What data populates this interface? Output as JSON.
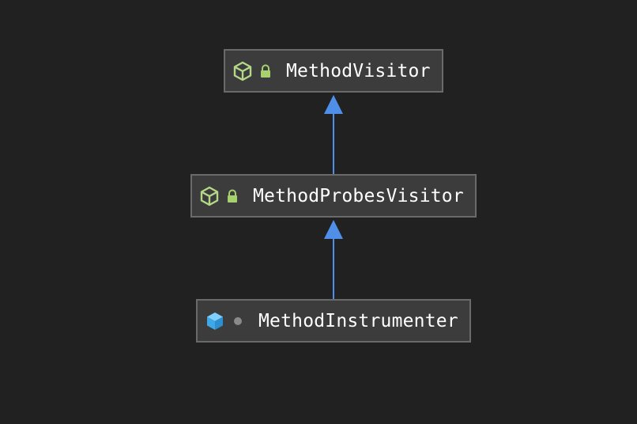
{
  "diagram": {
    "nodes": [
      {
        "id": "method-visitor",
        "label": "MethodVisitor",
        "kind": "abstract-class",
        "kind_icon": "class-outline-icon",
        "modifier": "protected",
        "modifier_icon": "lock-icon"
      },
      {
        "id": "method-probes-visitor",
        "label": "MethodProbesVisitor",
        "kind": "abstract-class",
        "kind_icon": "class-outline-icon",
        "modifier": "protected",
        "modifier_icon": "lock-icon"
      },
      {
        "id": "method-instrumenter",
        "label": "MethodInstrumenter",
        "kind": "class",
        "kind_icon": "class-filled-icon",
        "modifier": "package-private",
        "modifier_icon": "dot-icon"
      }
    ],
    "edges": [
      {
        "from": "method-probes-visitor",
        "to": "method-visitor",
        "type": "extends"
      },
      {
        "from": "method-instrumenter",
        "to": "method-probes-visitor",
        "type": "extends"
      }
    ]
  },
  "colors": {
    "background": "#212121",
    "node_fill": "#3c3c3c",
    "node_border": "#6a6a6a",
    "text": "#ffffff",
    "edge": "#4f8fe8",
    "abstract_icon": "#b5d788",
    "class_icon": "#3fa8e8",
    "lock": "#a7d06e",
    "dot": "#8a8a8a"
  }
}
